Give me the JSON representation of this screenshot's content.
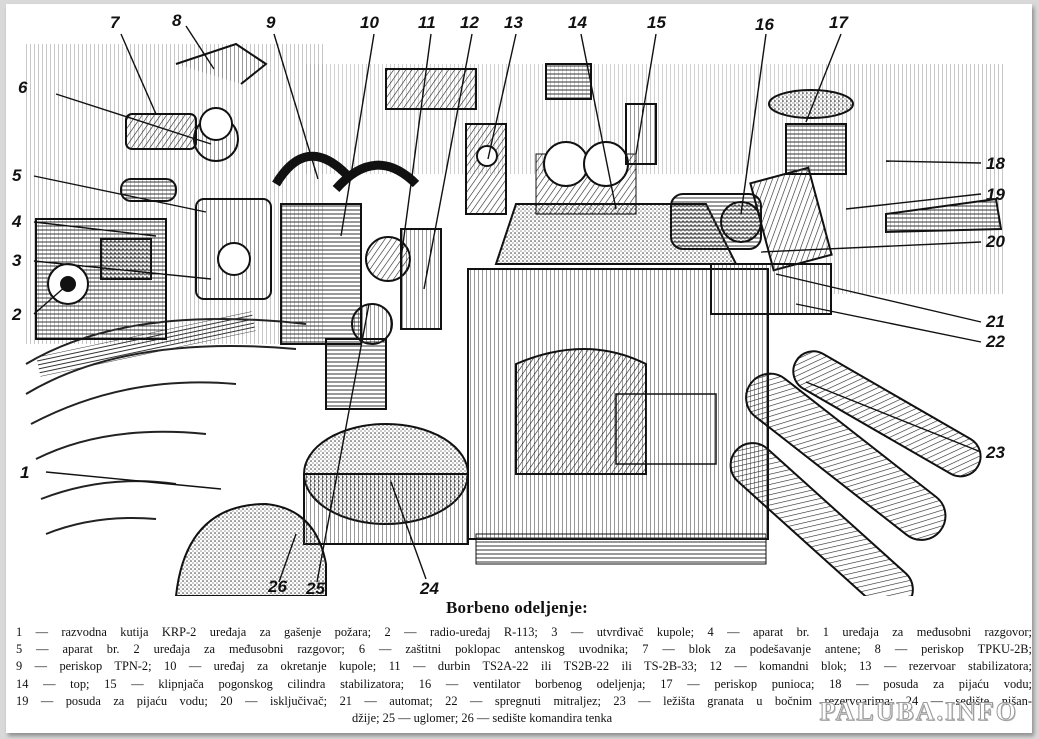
{
  "figure": {
    "title": "Borbeno odeljenje:",
    "watermark": "PALUBA.INFO",
    "callouts": {
      "c1": "1",
      "c2": "2",
      "c3": "3",
      "c4": "4",
      "c5": "5",
      "c6": "6",
      "c7": "7",
      "c8": "8",
      "c9": "9",
      "c10": "10",
      "c11": "11",
      "c12": "12",
      "c13": "13",
      "c14": "14",
      "c15": "15",
      "c16": "16",
      "c17": "17",
      "c18": "18",
      "c19": "19",
      "c20": "20",
      "c21": "21",
      "c22": "22",
      "c23": "23",
      "c24": "24",
      "c25": "25",
      "c26": "26"
    },
    "legend_lines": [
      "1 — razvodna kutija KRP-2 uređaja za gašenje požara; 2 — radio-uređaj R-113; 3 — utvrđivač kupole; 4 — aparat br. 1 uređaja za međusobni razgovor;",
      "5 — aparat br. 2 uređaja za međusobni razgovor; 6 — zaštitni poklopac antenskog uvodnika; 7 — blok za podešavanje antene; 8 — periskop TPKU-2B;",
      "9 — periskop TPN-2; 10 — uređaj za okretanje kupole; 11 — durbin TS2A-22 ili TS2B-22 ili TS-2B-33; 12 — komandni blok; 13 — rezervoar stabilizatora;",
      "14 — top; 15 — klipnjača pogonskog cilindra stabilizatora; 16 — ventilator borbenog odeljenja; 17 — periskop punioca; 18 — posuda za pijaću vodu;",
      "19 — posuda za pijaću vodu; 20 — isključivač; 21 — automat; 22 — spregnuti mitraljez; 23 — ležišta granata u bočnim rezervoarima; 24 — sedište nišan-",
      "džije; 25 — uglomer; 26 — sedište komandira tenka"
    ]
  }
}
